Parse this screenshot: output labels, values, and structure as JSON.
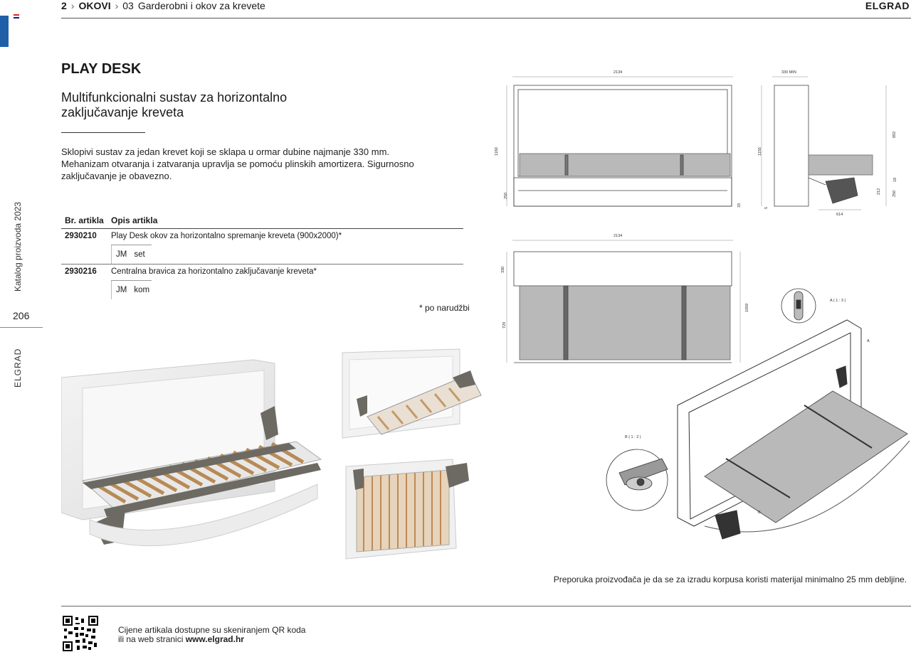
{
  "breadcrumb": {
    "page_part": "2",
    "section": "OKOVI",
    "sub_number": "03",
    "sub_title": "Garderobni i okov za krevete"
  },
  "brand": "ELGRAD",
  "rail": {
    "catalog_label": "Katalog proizvoda 2023",
    "page_number": "206",
    "brand_vertical": "ELGRAD"
  },
  "product": {
    "title": "PLAY DESK",
    "subtitle": "Multifunkcionalni sustav za horizontalno zaključavanje kreveta",
    "description": "Sklopivi sustav za jedan krevet koji se sklapa u ormar dubine najmanje 330 mm. Mehanizam otvaranja i zatvaranja upravlja se pomoću plinskih amortizera. Sigurnosno zaključavanje je obavezno."
  },
  "table": {
    "headers": [
      "Br. artikla",
      "Opis artikla"
    ],
    "rows": [
      {
        "code": "2930210",
        "description": "Play Desk okov za horizontalno spremanje kreveta (900x2000)*",
        "unit_label": "JM",
        "unit": "set"
      },
      {
        "code": "2930216",
        "description": "Centralna bravica za horizontalno zaključavanje kreveta*",
        "unit_label": "JM",
        "unit": "kom"
      }
    ],
    "footnote": "* po narudžbi"
  },
  "dimensions": {
    "front_width": "2134",
    "side_min": "330 MIN",
    "height_1160": "1160",
    "height_250": "250",
    "height_33": "33",
    "side_1155": "1155",
    "side_892": "892",
    "side_18": "18",
    "side_212": "212",
    "side_250": "250",
    "side_5": "5",
    "side_614": "614",
    "top_width": "2134",
    "top_330": "330",
    "top_729": "729",
    "top_1059": "1059",
    "detail_a": "A ( 1 : 3 )",
    "detail_b": "B ( 1 : 2 )",
    "marker_a": "A",
    "marker_b": "B"
  },
  "manufacturer_note": "Preporuka proizvođača je da se za izradu korpusa koristi materijal minimalno 25 mm debljine.",
  "qr": {
    "line1": "Cijene artikala dostupne su skeniranjem QR koda",
    "line2_prefix": "ili na web stranici",
    "url": "www.elgrad.hr"
  }
}
